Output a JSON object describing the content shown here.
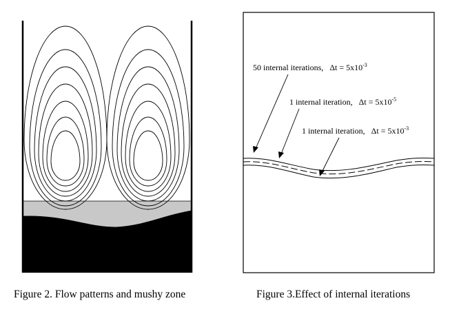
{
  "figure2": {
    "caption": "Figure 2. Flow patterns and mushy zone",
    "colors": {
      "solid": "#000000",
      "mushy": "#c8c8c8",
      "streamline": "#000000"
    }
  },
  "figure3": {
    "caption": "Figure 3.Effect of internal iterations",
    "annotations": [
      {
        "text": "50 internal iterations,",
        "delta": "Δt = 5x10",
        "exp": "-3"
      },
      {
        "text": "1 internal iteration,",
        "delta": "Δt = 5x10",
        "exp": "-5"
      },
      {
        "text": "1 internal iteration,",
        "delta": "Δt = 5x10",
        "exp": "-3"
      }
    ]
  }
}
